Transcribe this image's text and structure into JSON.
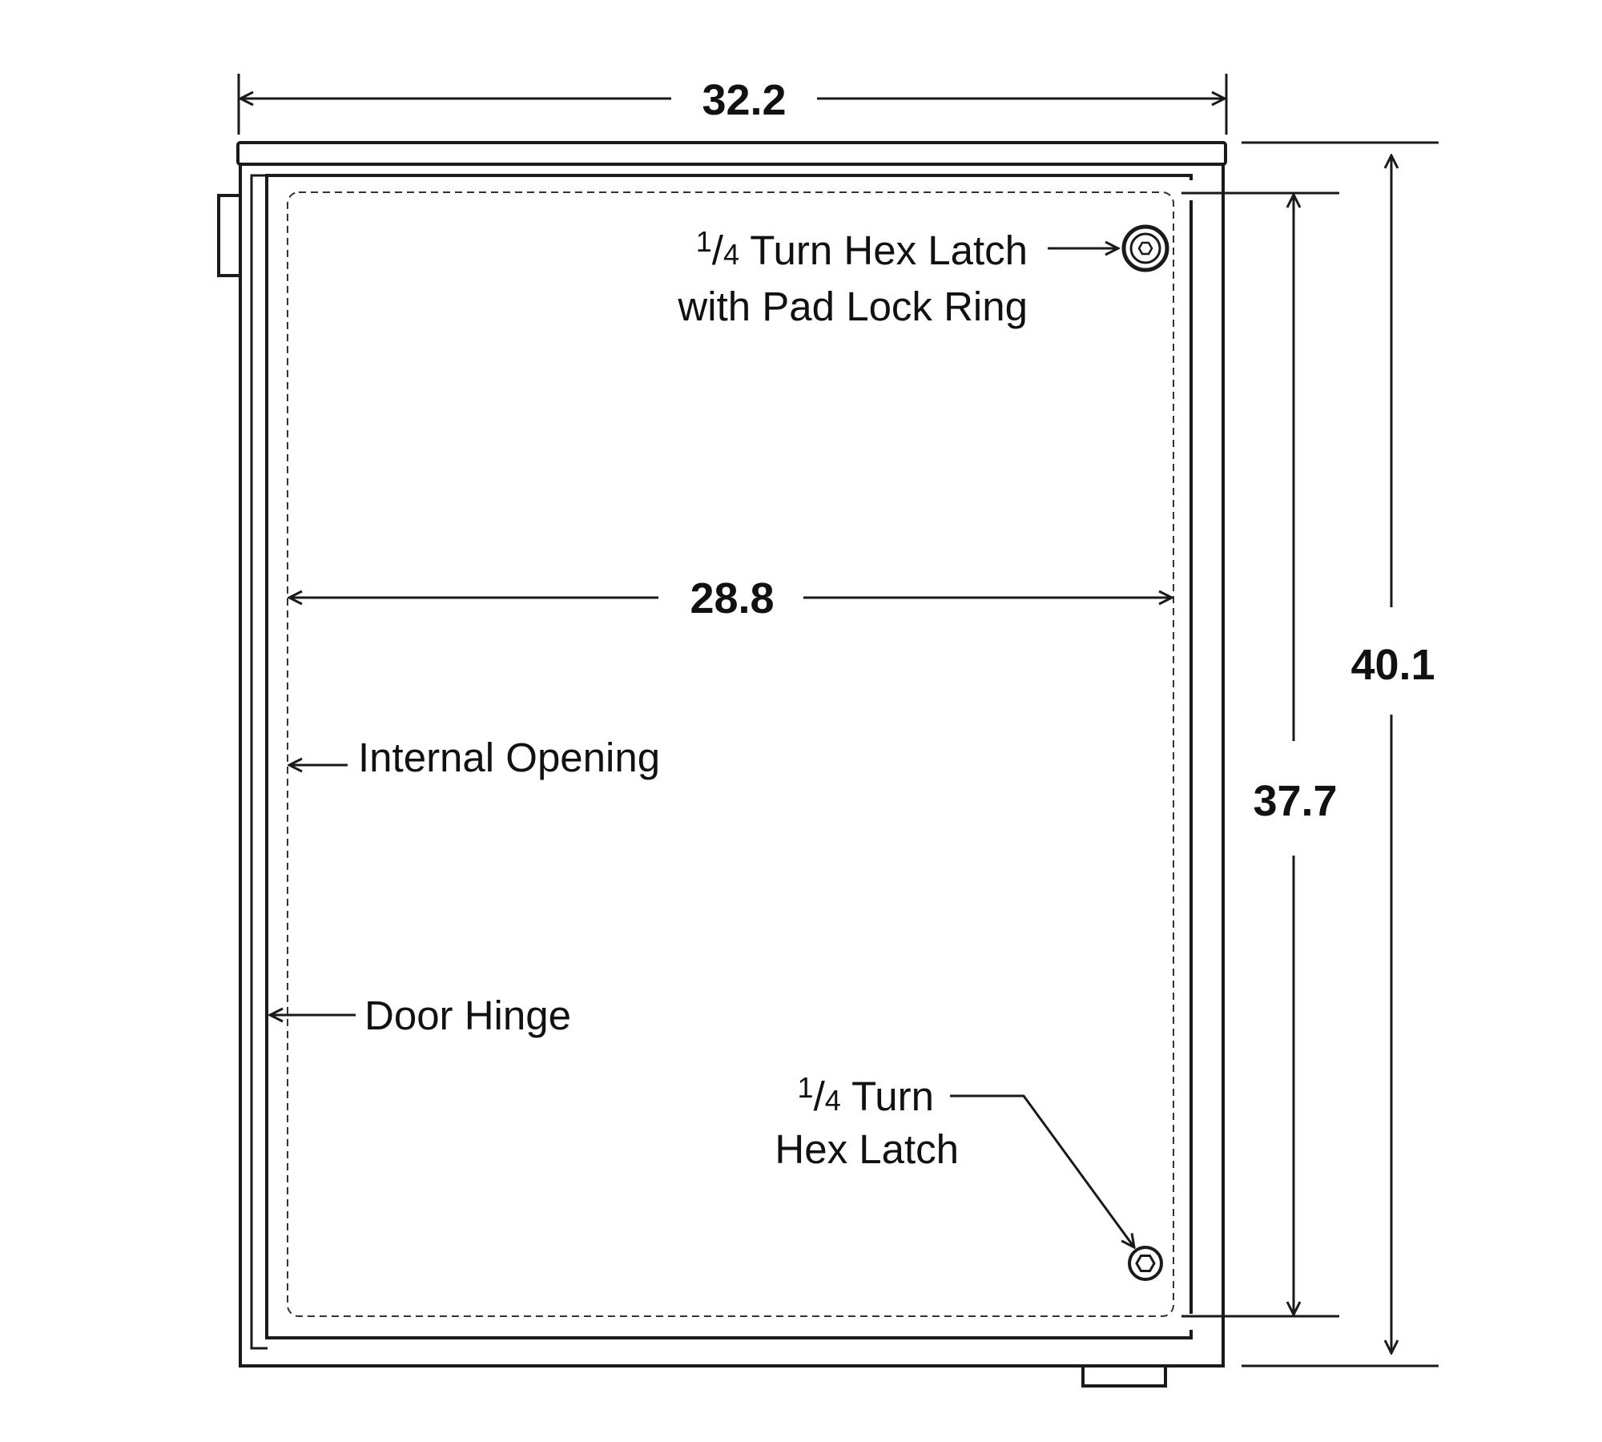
{
  "dimensions": {
    "overall_width": "32.2",
    "inner_width": "28.8",
    "overall_height": "40.1",
    "inner_height": "37.7"
  },
  "labels": {
    "top_latch": {
      "fraction_num": "1",
      "fraction_slash": "/",
      "fraction_den": "4",
      "line1_rest": " Turn Hex Latch",
      "line2": "with Pad Lock Ring"
    },
    "bottom_latch": {
      "fraction_num": "1",
      "fraction_slash": "/",
      "fraction_den": "4",
      "line1_rest": " Turn",
      "line2": "Hex Latch"
    },
    "internal_opening": "Internal Opening",
    "door_hinge": "Door Hinge"
  },
  "icons": {
    "latch": "hex-latch-icon",
    "padlock_ring": "pad-lock-ring-icon"
  }
}
